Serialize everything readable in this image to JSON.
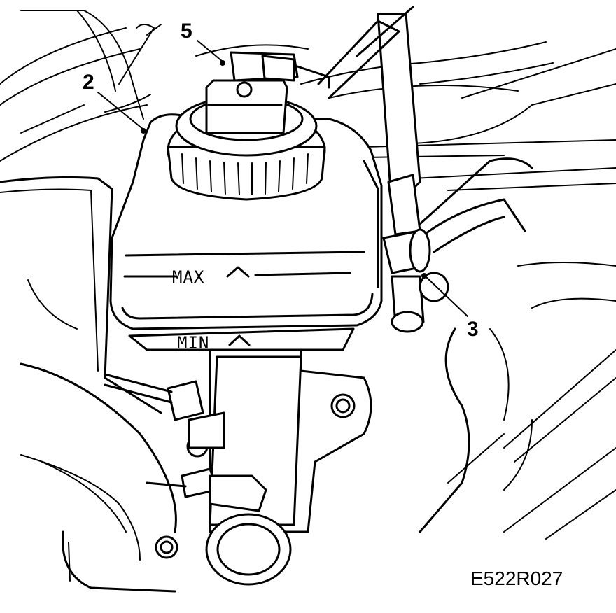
{
  "figure": {
    "callouts": [
      {
        "id": "2",
        "label": "2"
      },
      {
        "id": "5",
        "label": "5"
      },
      {
        "id": "3",
        "label": "3"
      }
    ],
    "reservoir_marks": {
      "max": "MAX",
      "min": "MIN"
    },
    "reference_code": "E522R027"
  }
}
